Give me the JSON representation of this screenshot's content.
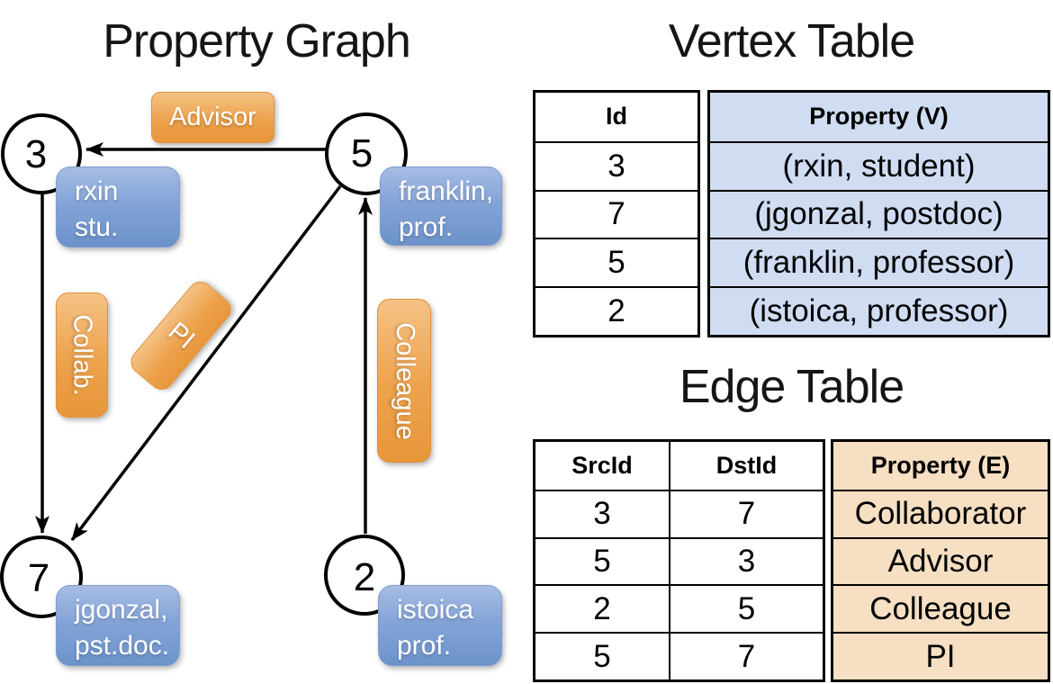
{
  "graph": {
    "title": "Property Graph",
    "nodes": [
      {
        "id": "3",
        "property_lines": [
          "rxin",
          "stu."
        ]
      },
      {
        "id": "5",
        "property_lines": [
          "franklin,",
          "prof."
        ]
      },
      {
        "id": "7",
        "property_lines": [
          "jgonzal,",
          "pst.doc."
        ]
      },
      {
        "id": "2",
        "property_lines": [
          "istoica",
          "prof."
        ]
      }
    ],
    "edges": [
      {
        "label": "Advisor",
        "src": "5",
        "dst": "3"
      },
      {
        "label": "Collab.",
        "src": "3",
        "dst": "7"
      },
      {
        "label": "PI",
        "src": "5",
        "dst": "7"
      },
      {
        "label": "Colleague",
        "src": "2",
        "dst": "5"
      }
    ]
  },
  "vertex_table": {
    "title": "Vertex Table",
    "columns": [
      "Id",
      "Property (V)"
    ],
    "rows": [
      [
        "3",
        "(rxin, student)"
      ],
      [
        "7",
        "(jgonzal, postdoc)"
      ],
      [
        "5",
        "(franklin, professor)"
      ],
      [
        "2",
        "(istoica, professor)"
      ]
    ]
  },
  "edge_table": {
    "title": "Edge Table",
    "columns": [
      "SrcId",
      "DstId",
      "Property (E)"
    ],
    "rows": [
      [
        "3",
        "7",
        "Collaborator"
      ],
      [
        "5",
        "3",
        "Advisor"
      ],
      [
        "2",
        "5",
        "Colleague"
      ],
      [
        "5",
        "7",
        "PI"
      ]
    ]
  },
  "colors": {
    "edge_label_fill_top": "#f5c285",
    "edge_label_fill_bottom": "#e8963a",
    "vertex_label_fill_top": "#a6bce4",
    "vertex_label_fill_bottom": "#6c92cb",
    "vertex_table_cell_fill": "#cfdcf2",
    "edge_table_cell_fill": "#f6dfc2",
    "ink": "#000000",
    "background": "#ffffff"
  }
}
